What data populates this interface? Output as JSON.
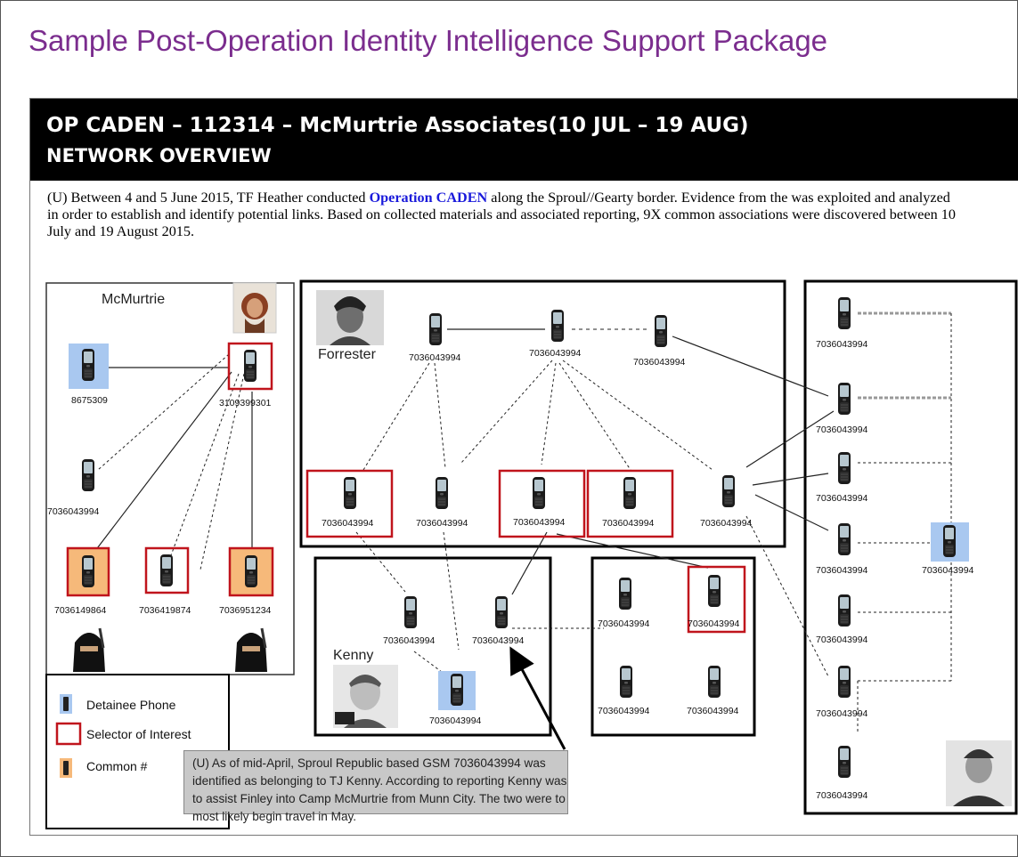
{
  "page": {
    "title": "Sample Post-Operation Identity Intelligence Support Package"
  },
  "banner": {
    "line1": "OP CADEN – 112314 – McMurtrie Associates(10 JUL – 19 AUG)",
    "line2": "NETWORK OVERVIEW"
  },
  "summary": {
    "before": "(U) Between 4 and 5 June 2015, TF Heather  conducted ",
    "operation": "Operation CADEN",
    "after": " along the Sproul//Gearty border. Evidence from the was exploited and analyzed in order to establish and identify potential links.  Based on collected materials and associated  reporting, 9X common associations were discovered between 10 July and 19 August 2015."
  },
  "groups": {
    "mcmurtrie": "McMurtrie",
    "forrester": "Forrester",
    "kenny": "Kenny"
  },
  "nodes": {
    "mc_detainee": "8675309",
    "mc_selector": "3109399301",
    "mc_phone": "7036043994",
    "mc_common1": "7036149864",
    "mc_selector2": "7036419874",
    "mc_common2": "7036951234",
    "f_top1": "7036043994",
    "f_top2": "7036043994",
    "f_top3": "7036043994",
    "f_row1": "7036043994",
    "f_row2": "7036043994",
    "f_row3": "7036043994",
    "f_row4": "7036043994",
    "f_row5": "7036043994",
    "k_phone1": "7036043994",
    "k_phone2": "7036043994",
    "k_detainee": "7036043994",
    "b_tl": "7036043994",
    "b_tr": "7036043994",
    "b_bl": "7036043994",
    "b_br": "7036043994",
    "r1": "7036043994",
    "r2": "7036043994",
    "r3": "7036043994",
    "r4": "7036043994",
    "r4_detainee": "7036043994",
    "r5": "7036043994",
    "r6": "7036043994",
    "r7": "7036043994"
  },
  "legend": {
    "detainee": "Detainee Phone",
    "selector": "Selector of Interest",
    "common": "Common #"
  },
  "callout": {
    "text": "(U) As of mid-April, Sproul Republic based GSM 7036043994 was identified as belonging to TJ Kenny.  According to reporting Kenny was to assist  Finley into Camp McMurtrie from Munn City.  The two were to most likely begin travel in May."
  },
  "colors": {
    "title": "#7b2d8e",
    "operation_link": "#1a1adb",
    "selector_border": "#c0141c",
    "detainee_fill": "#a9c8f0",
    "common_fill": "#f6b97a",
    "callout_bg": "#c8c8c8"
  },
  "icons": {
    "phone": "mobile-phone-icon",
    "portrait": "person-photo",
    "arrow": "callout-arrow"
  }
}
